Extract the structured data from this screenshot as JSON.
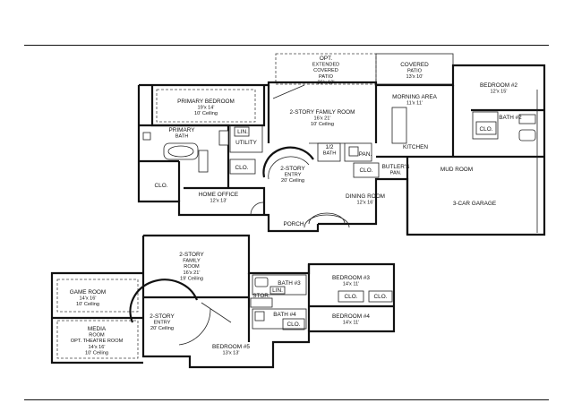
{
  "rooms": {
    "opt_patio": {
      "lines": [
        "OPT.",
        "EXTENDED",
        "COVERED",
        "PATIO",
        "26'x 10'"
      ]
    },
    "covered_patio": {
      "lines": [
        "COVERED",
        "PATIO",
        "13'x 10'"
      ]
    },
    "bedroom2": {
      "lines": [
        "BEDROOM #2",
        "12'x 15'"
      ]
    },
    "primary_bed": {
      "lines": [
        "PRIMARY BEDROOM",
        "19'x 14'",
        "10' Ceiling"
      ]
    },
    "family1": {
      "lines": [
        "2-STORY FAMILY ROOM",
        "16'x 21'",
        "10' Ceiling"
      ]
    },
    "morning": {
      "lines": [
        "MORNING AREA",
        "11'x 11'"
      ]
    },
    "bath2": {
      "lines": [
        "BATH #2"
      ]
    },
    "primary_bath": {
      "lines": [
        "PRIMARY",
        "BATH"
      ]
    },
    "lin1": {
      "lines": [
        "LIN."
      ]
    },
    "utility": {
      "lines": [
        "UTILITY"
      ]
    },
    "half_bath": {
      "lines": [
        "1/2",
        "BATH"
      ]
    },
    "pan": {
      "lines": [
        "PAN."
      ]
    },
    "kitchen": {
      "lines": [
        "KITCHEN"
      ]
    },
    "clo_b2": {
      "lines": [
        "CLO."
      ]
    },
    "clo_util": {
      "lines": [
        "CLO."
      ]
    },
    "entry1": {
      "lines": [
        "2-STORY",
        "ENTRY",
        "20' Ceiling"
      ]
    },
    "clo_entry": {
      "lines": [
        "CLO."
      ]
    },
    "butlers": {
      "lines": [
        "BUTLER'S",
        "PAN."
      ]
    },
    "mudroom": {
      "lines": [
        "MUD ROOM"
      ]
    },
    "clo_primary": {
      "lines": [
        "CLO."
      ]
    },
    "home_office": {
      "lines": [
        "HOME OFFICE",
        "12'x 13'"
      ]
    },
    "dining": {
      "lines": [
        "DINING ROOM",
        "12'x 16'"
      ]
    },
    "garage": {
      "lines": [
        "3-CAR GARAGE"
      ]
    },
    "porch": {
      "lines": [
        "PORCH"
      ]
    },
    "family2": {
      "lines": [
        "2-STORY",
        "FAMILY",
        "ROOM",
        "16'x 21'",
        "19' Ceiling"
      ]
    },
    "bedroom3": {
      "lines": [
        "BEDROOM #3",
        "14'x 11'"
      ]
    },
    "bath3": {
      "lines": [
        "BATH #3"
      ]
    },
    "lin2": {
      "lines": [
        "LIN."
      ]
    },
    "stor": {
      "lines": [
        "STOR."
      ]
    },
    "clo_b3a": {
      "lines": [
        "CLO."
      ]
    },
    "clo_b3b": {
      "lines": [
        "CLO."
      ]
    },
    "game": {
      "lines": [
        "GAME ROOM",
        "14'x 16'",
        "10' Ceiling"
      ]
    },
    "bath4": {
      "lines": [
        "BATH #4"
      ]
    },
    "clo_b4": {
      "lines": [
        "CLO."
      ]
    },
    "bedroom4": {
      "lines": [
        "BEDROOM #4",
        "14'x 11'"
      ]
    },
    "entry2": {
      "lines": [
        "2-STORY",
        "ENTRY",
        "20' Ceiling"
      ]
    },
    "media": {
      "lines": [
        "MEDIA",
        "ROOM",
        "OPT. THEATRE ROOM",
        "14'x 16'",
        "10' Ceiling"
      ]
    },
    "bedroom5": {
      "lines": [
        "BEDROOM #5",
        "13'x 13'"
      ]
    }
  }
}
